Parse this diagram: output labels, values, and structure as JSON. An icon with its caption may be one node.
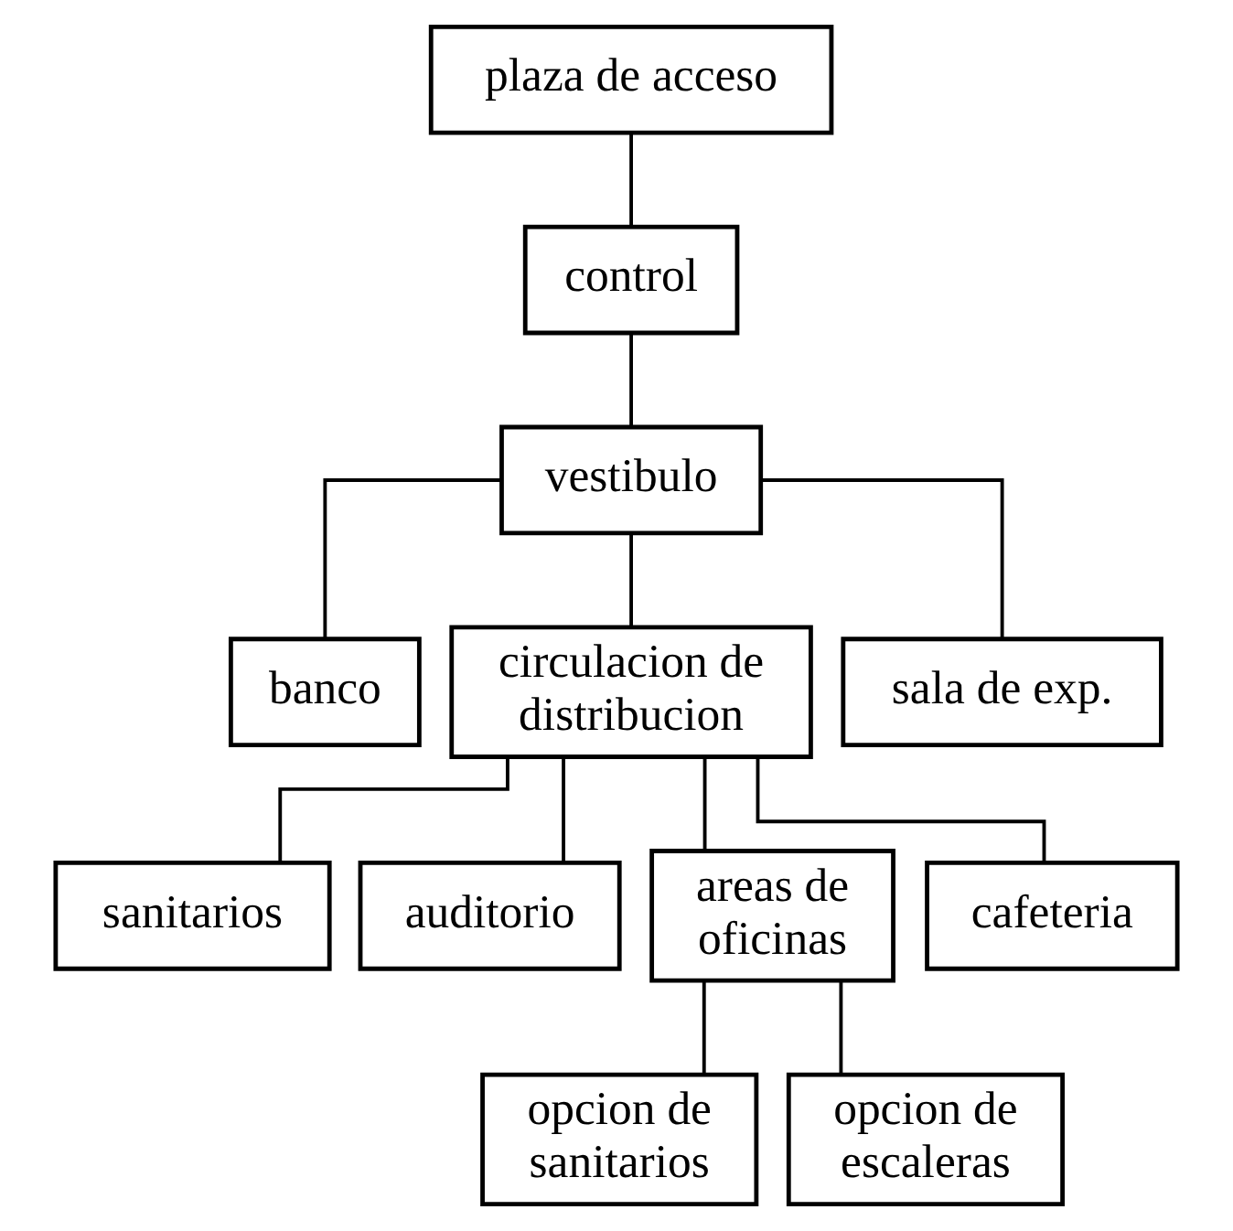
{
  "diagram": {
    "nodes": [
      {
        "text": [
          "plaza de acceso"
        ]
      },
      {
        "text": [
          "control"
        ]
      },
      {
        "text": [
          "vestibulo"
        ]
      },
      {
        "text": [
          "banco"
        ]
      },
      {
        "text": [
          "circulacion de distribucion"
        ]
      },
      {
        "text": [
          "sala de exp."
        ]
      },
      {
        "text": [
          "sanitarios"
        ]
      },
      {
        "text": [
          "auditorio"
        ]
      },
      {
        "text": [
          "areas de oficinas"
        ]
      },
      {
        "text": [
          "cafeteria"
        ]
      },
      {
        "text": [
          "opcion de sanitarios"
        ]
      },
      {
        "text": [
          "opcion de escaleras"
        ]
      }
    ],
    "edges": [
      {
        "from": 0,
        "to": 1,
        "arrow": "none"
      },
      {
        "from": 1,
        "to": 2,
        "arrow": "none"
      },
      {
        "from": 2,
        "to": 3,
        "arrow": "none"
      },
      {
        "from": 2,
        "to": 4,
        "arrow": "none"
      },
      {
        "from": 2,
        "to": 5,
        "arrow": "none"
      },
      {
        "from": 4,
        "to": 6,
        "arrow": "none"
      },
      {
        "from": 4,
        "to": 7,
        "arrow": "none"
      },
      {
        "from": 4,
        "to": 8,
        "arrow": "none"
      },
      {
        "from": 4,
        "to": 9,
        "arrow": "none"
      },
      {
        "from": 8,
        "to": 10,
        "arrow": "none"
      },
      {
        "from": 8,
        "to": 11,
        "arrow": "none"
      }
    ]
  }
}
